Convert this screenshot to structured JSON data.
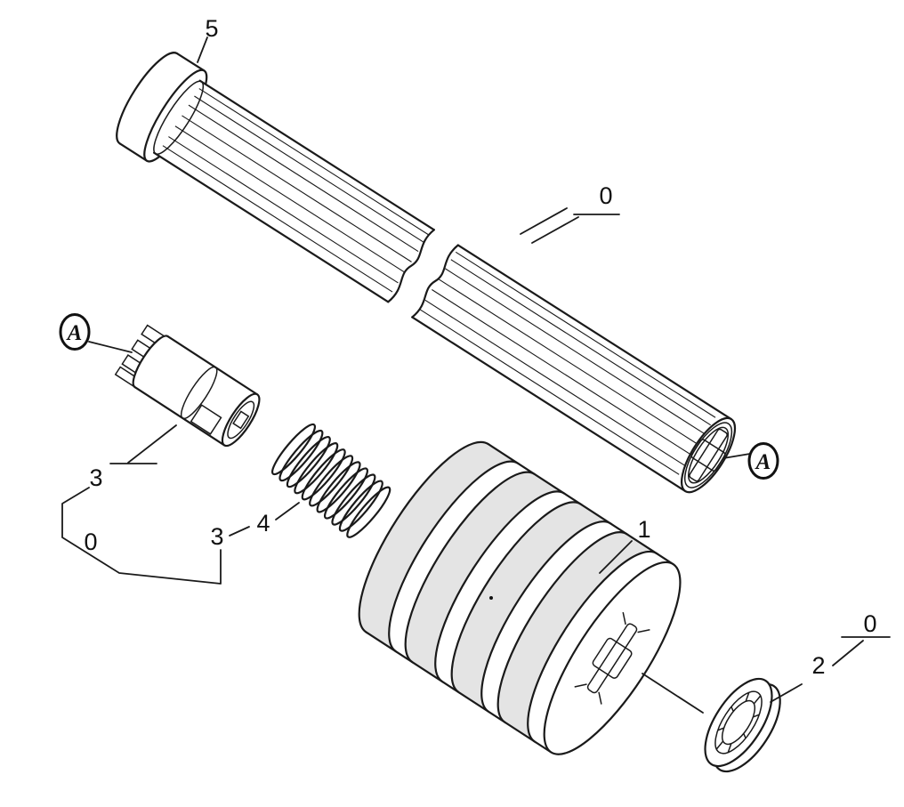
{
  "diagram": {
    "background_color": "#ffffff",
    "line_color": "#1a1a1a",
    "shade_color": "#e4e4e4",
    "labels": {
      "five": "5",
      "zero_top": "0",
      "zero_left": "0",
      "zero_right": "0",
      "one": "1",
      "two": "2",
      "three_left": "3",
      "three_center": "3",
      "four": "4",
      "a_left": "A",
      "a_right": "A"
    }
  }
}
